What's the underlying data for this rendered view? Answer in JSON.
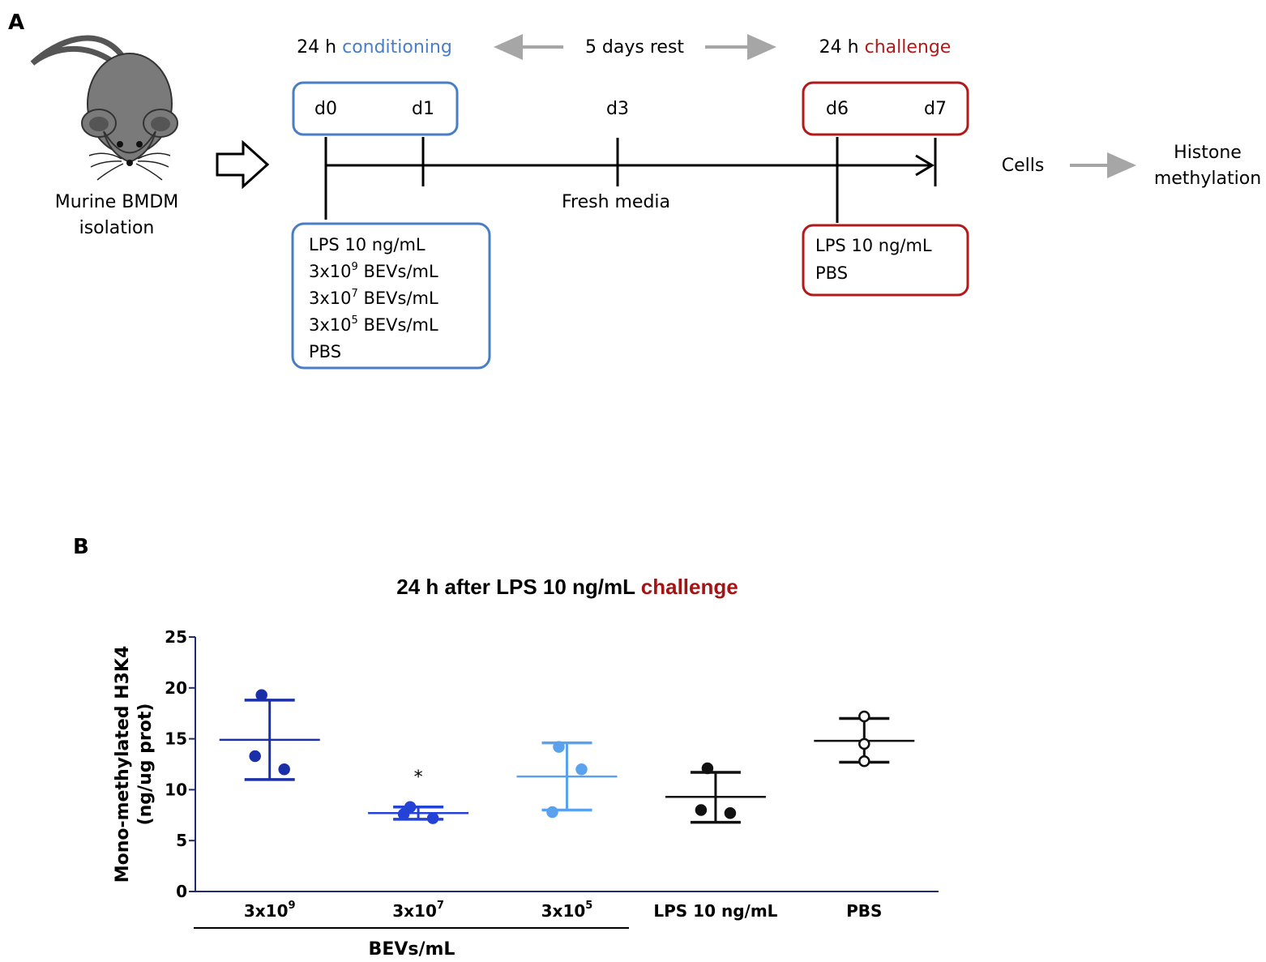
{
  "panel_a": {
    "letter": "A",
    "mouse_label_line1": "Murine BMDM",
    "mouse_label_line2": "isolation",
    "conditioning_prefix": "24 h ",
    "conditioning_word": "conditioning",
    "rest_label": "5 days rest",
    "challenge_prefix": "24 h ",
    "challenge_word": "challenge",
    "days": [
      "d0",
      "d1",
      "d3",
      "d6",
      "d7"
    ],
    "fresh_media": "Fresh media",
    "conditioning_items": [
      {
        "base": "LPS 10 ng/mL",
        "sup": "",
        "tail": ""
      },
      {
        "base": "3x10",
        "sup": "9",
        "tail": " BEVs/mL"
      },
      {
        "base": "3x10",
        "sup": "7",
        "tail": " BEVs/mL"
      },
      {
        "base": "3x10",
        "sup": "5",
        "tail": " BEVs/mL"
      },
      {
        "base": "PBS",
        "sup": "",
        "tail": ""
      }
    ],
    "challenge_items": [
      "LPS 10 ng/mL",
      "PBS"
    ],
    "cells_label": "Cells",
    "outcome_line1": "Histone",
    "outcome_line2": "methylation",
    "colors": {
      "conditioning": "#4a7ec4",
      "challenge": "#b01a1a",
      "rest_arrow": "#a6a6a6",
      "mouse": "#7a7a7a"
    }
  },
  "panel_b": {
    "letter": "B",
    "title_prefix": "24 h after LPS 10 ng/mL ",
    "title_highlight": "challenge",
    "highlight_color": "#a31515",
    "group_bracket_label": "BEVs/mL"
  },
  "chart_data": {
    "type": "scatter",
    "ylabel_line1": "Mono-methylated H3K4",
    "ylabel_line2": "(ng/ug prot)",
    "ylim": [
      0,
      25
    ],
    "yticks": [
      0,
      5,
      10,
      15,
      20,
      25
    ],
    "categories": [
      {
        "base": "3x10",
        "sup": "9"
      },
      {
        "base": "3x10",
        "sup": "7"
      },
      {
        "base": "3x10",
        "sup": "5"
      },
      {
        "base": "LPS 10 ng/mL",
        "sup": ""
      },
      {
        "base": "PBS",
        "sup": ""
      }
    ],
    "series": [
      {
        "points": [
          19.3,
          12.0,
          13.3
        ],
        "mean": 14.9,
        "sd_low": 11.0,
        "sd_high": 18.8,
        "color": "#1a2fa8",
        "filled": true
      },
      {
        "points": [
          8.3,
          7.2,
          7.6
        ],
        "mean": 7.7,
        "sd_low": 7.1,
        "sd_high": 8.3,
        "color": "#2442d6",
        "filled": true,
        "annotation": "*"
      },
      {
        "points": [
          14.2,
          12.0,
          7.8
        ],
        "mean": 11.3,
        "sd_low": 8.0,
        "sd_high": 14.6,
        "color": "#5aa2ee",
        "filled": true
      },
      {
        "points": [
          12.1,
          7.7,
          8.0
        ],
        "mean": 9.3,
        "sd_low": 6.8,
        "sd_high": 11.7,
        "color": "#111111",
        "filled": true
      },
      {
        "points": [
          17.2,
          14.5,
          12.8
        ],
        "mean": 14.8,
        "sd_low": 12.7,
        "sd_high": 17.0,
        "color": "#111111",
        "filled": false
      }
    ]
  }
}
